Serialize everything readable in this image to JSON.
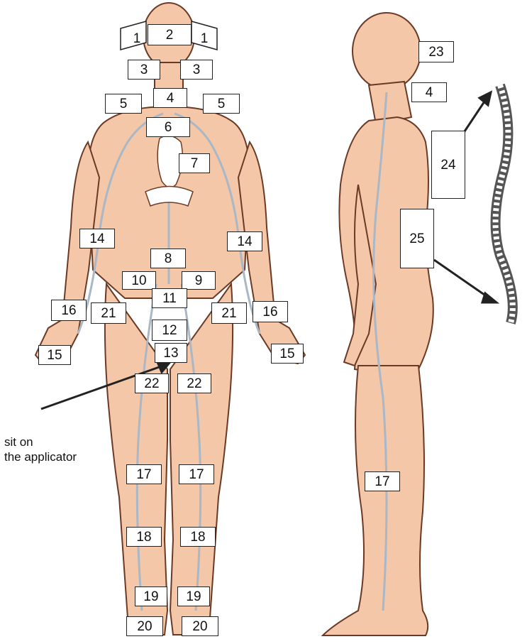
{
  "caption": {
    "line1": "sit on",
    "line2": "the applicator"
  },
  "colors": {
    "skin": "#f3c7a8",
    "outline": "#6b3a25",
    "vein": "#a9b7c6",
    "label_border": "#222222",
    "arrow": "#222222"
  },
  "figures": {
    "front": "front-body-figure",
    "side": "side-body-figure",
    "spine": "spine-illustration"
  },
  "labels": [
    {
      "id": "1-left",
      "text": "1"
    },
    {
      "id": "1-right",
      "text": "1"
    },
    {
      "id": "2",
      "text": "2"
    },
    {
      "id": "3-left",
      "text": "3"
    },
    {
      "id": "3-right",
      "text": "3"
    },
    {
      "id": "4-front",
      "text": "4"
    },
    {
      "id": "5-left",
      "text": "5"
    },
    {
      "id": "5-right",
      "text": "5"
    },
    {
      "id": "6",
      "text": "6"
    },
    {
      "id": "7",
      "text": "7"
    },
    {
      "id": "8",
      "text": "8"
    },
    {
      "id": "9",
      "text": "9"
    },
    {
      "id": "10",
      "text": "10"
    },
    {
      "id": "11",
      "text": "11"
    },
    {
      "id": "12",
      "text": "12"
    },
    {
      "id": "13",
      "text": "13"
    },
    {
      "id": "14-left",
      "text": "14"
    },
    {
      "id": "14-right",
      "text": "14"
    },
    {
      "id": "15-left",
      "text": "15"
    },
    {
      "id": "15-right",
      "text": "15"
    },
    {
      "id": "16-left",
      "text": "16"
    },
    {
      "id": "16-right",
      "text": "16"
    },
    {
      "id": "17-left",
      "text": "17"
    },
    {
      "id": "17-right",
      "text": "17"
    },
    {
      "id": "17-side",
      "text": "17"
    },
    {
      "id": "18-left",
      "text": "18"
    },
    {
      "id": "18-right",
      "text": "18"
    },
    {
      "id": "19-left",
      "text": "19"
    },
    {
      "id": "19-right",
      "text": "19"
    },
    {
      "id": "20-left",
      "text": "20"
    },
    {
      "id": "20-right",
      "text": "20"
    },
    {
      "id": "21-left",
      "text": "21"
    },
    {
      "id": "21-right",
      "text": "21"
    },
    {
      "id": "22-left",
      "text": "22"
    },
    {
      "id": "22-right",
      "text": "22"
    },
    {
      "id": "23",
      "text": "23"
    },
    {
      "id": "4-side",
      "text": "4"
    },
    {
      "id": "24",
      "text": "24"
    },
    {
      "id": "25",
      "text": "25"
    }
  ]
}
